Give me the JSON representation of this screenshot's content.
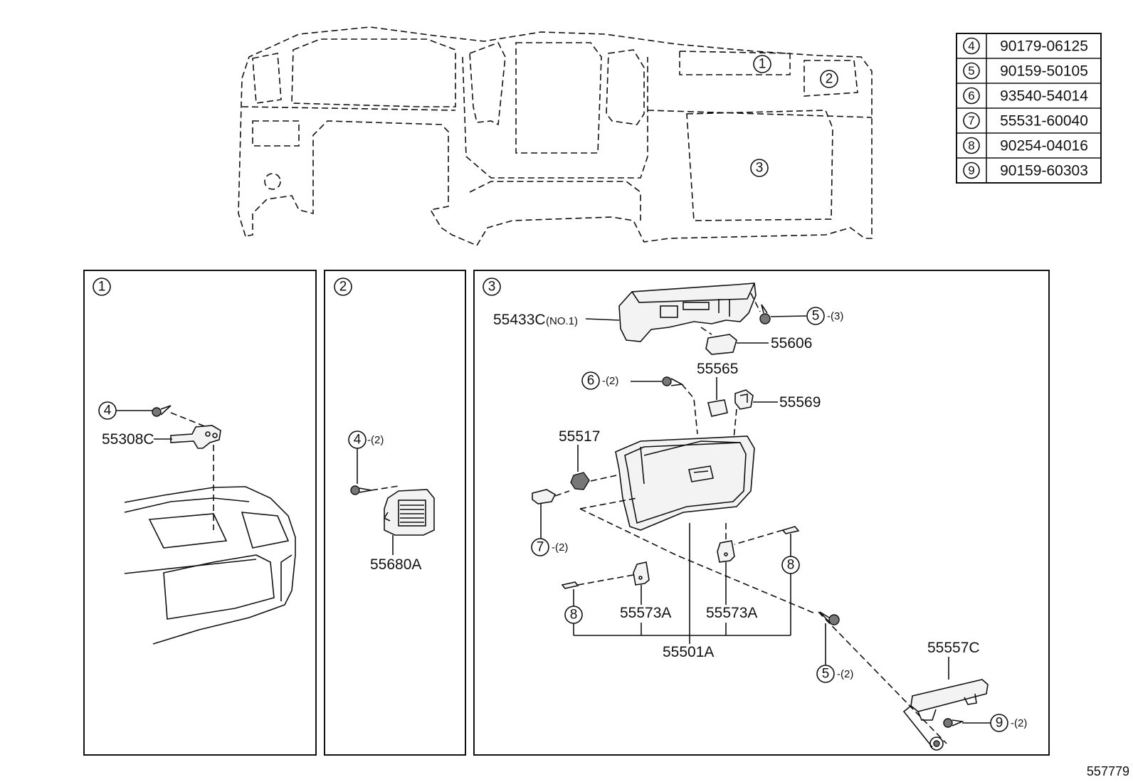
{
  "parts_table": [
    {
      "ref": "4",
      "part_no": "90179-06125"
    },
    {
      "ref": "5",
      "part_no": "90159-50105"
    },
    {
      "ref": "6",
      "part_no": "93540-54014"
    },
    {
      "ref": "7",
      "part_no": "55531-60040"
    },
    {
      "ref": "8",
      "part_no": "90254-04016"
    },
    {
      "ref": "9",
      "part_no": "90159-60303"
    }
  ],
  "overview": {
    "callouts": [
      "1",
      "2",
      "3"
    ]
  },
  "panel1": {
    "index": "1",
    "labels": {
      "p55308C": "55308C",
      "ref4": "4"
    }
  },
  "panel2": {
    "index": "2",
    "labels": {
      "p55680A": "55680A",
      "ref4": "4",
      "ref4_qty": "-(2)"
    }
  },
  "panel3": {
    "index": "3",
    "labels": {
      "p55433C": "55433C",
      "p55433C_note": "(NO.1)",
      "p55606": "55606",
      "p55565": "55565",
      "p55569": "55569",
      "p55517": "55517",
      "p55573A_left": "55573A",
      "p55573A_right": "55573A",
      "p55501A": "55501A",
      "p55557C": "55557C",
      "ref5_top": "5",
      "ref5_top_qty": "-(3)",
      "ref6": "6",
      "ref6_qty": "-(2)",
      "ref7": "7",
      "ref7_qty": "-(2)",
      "ref8_left": "8",
      "ref8_right": "8",
      "ref5_bottom": "5",
      "ref5_bottom_qty": "-(2)",
      "ref9": "9",
      "ref9_qty": "-(2)"
    }
  },
  "diagram_code": "557779"
}
